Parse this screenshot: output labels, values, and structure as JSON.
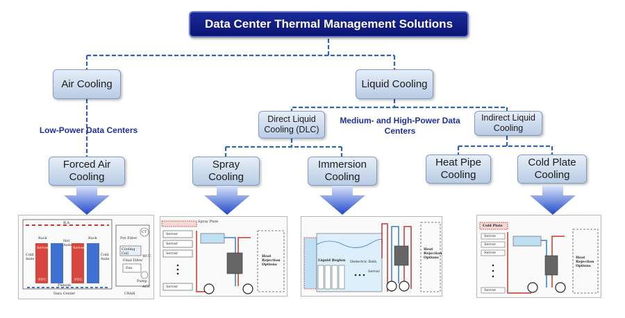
{
  "title": "Data Center Thermal Management Solutions",
  "branches": {
    "air": "Air Cooling",
    "liquid": "Liquid Cooling",
    "dlc": "Direct Liquid Cooling (DLC)",
    "indirect": "Indirect Liquid Cooling"
  },
  "leaves": {
    "forced_air": "Forced Air Cooling",
    "spray": "Spray Cooling",
    "immersion": "Immersion Cooling",
    "heat_pipe": "Heat Pipe Cooling",
    "cold_plate": "Cold Plate Cooling"
  },
  "labels": {
    "low_power": "Low-Power Data Centers",
    "medium_high_power": "Medium- and High-Power Data Centers"
  },
  "colors": {
    "title_bg": "#0b1470",
    "connector": "#2f63b3",
    "label_text": "#1f2fa0",
    "arrow": "#2f5bd0"
  },
  "schematics": {
    "forced_air": {
      "ra": "R.A.",
      "rack": "Rack",
      "hot_aisle": "Hot Aisle",
      "cold_aisle": "Cold Aisle",
      "server": "Server",
      "pdu": "PDU",
      "plenum": "Plenum",
      "data_center": "Data Center",
      "crah": "CRAH",
      "pre_filter": "Pre Filter",
      "cooling_coil": "Cooling Coil",
      "final_filter": "Final Filter",
      "fan": "Fan",
      "pump": "Pump",
      "ct": "CT",
      "wcc": "WCC",
      "acc": "ACC"
    },
    "spray": {
      "spray_plate": "Spray Plate",
      "server": "Server",
      "heat_rejection": "Heat Rejection Options"
    },
    "immersion": {
      "liquid_region": "Liquid Region",
      "dielectric_bath": "Dielectric Bath",
      "server": "Server",
      "heat_rejection": "Heat Rejection Options"
    },
    "cold_plate": {
      "cold_plate": "Cold Plate",
      "server": "Server",
      "heat_rejection": "Heat Rejection Options"
    }
  }
}
